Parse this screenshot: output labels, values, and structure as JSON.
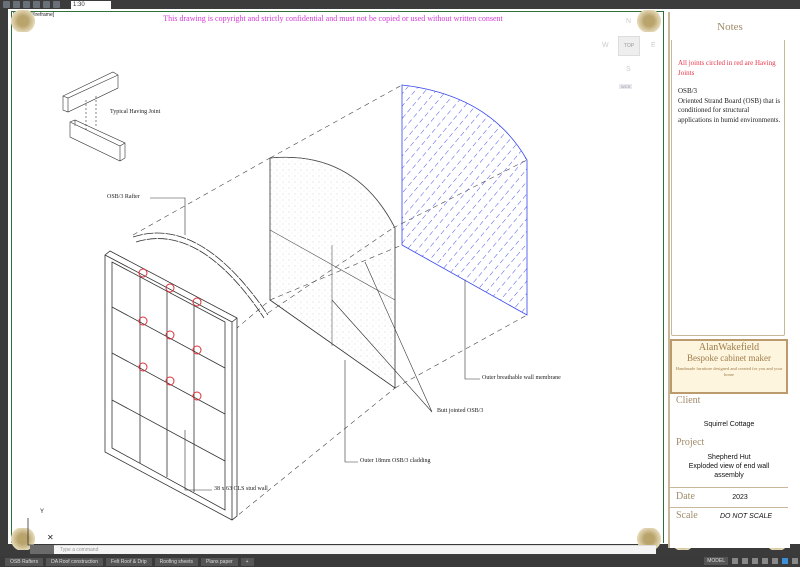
{
  "toolbar": {
    "zoom_value": "1:30"
  },
  "viewport": {
    "label": "[-][Top][Wireframe]",
    "copyright": "This drawing is copyright and strictly confidential and must not be copied or used without written consent"
  },
  "viewcube": {
    "n": "N",
    "s": "S",
    "e": "E",
    "w": "W",
    "top": "TOP",
    "wcs": "WCS"
  },
  "drawing": {
    "joint_label": "Typical Having Joint",
    "rafter_label": "OSB/3 Rafter",
    "stud_label": "38 x 63 CLS stud wall",
    "cladding_label": "Outer 18mm OSB/3 cladding",
    "butt_label": "Butt jointed OSB/3",
    "membrane_label": "Outer breathable wall membrane",
    "joint_color": "#e0303a",
    "membrane_color": "#3344ee"
  },
  "title_block": {
    "notes_heading": "Notes",
    "red_note": "All joints circled in red are Having Joints",
    "note": "OSB/3\nOriented Strand Board (OSB) that is conditioned for structural applications in humid environments.",
    "company_name": "AlanWakefield",
    "company_subtitle": "Bespoke cabinet maker",
    "company_tagline": "Handmade furniture designed and created for you and your home",
    "client_label": "Client",
    "client": "Squirrel Cottage",
    "project_label": "Project",
    "project": "Shepherd Hut\nExploded view of end wall assembly",
    "date_label": "Date",
    "date": "2023",
    "scale_label": "Scale",
    "scale": "DO NOT SCALE"
  },
  "command": {
    "placeholder": "Type a command"
  },
  "tabs": [
    "OSB Rafters",
    "DA Roof construction",
    "Felt Roof & Drip",
    "Roofing sheets",
    "Plans paper",
    "+"
  ],
  "status": {
    "model": "MODEL"
  }
}
